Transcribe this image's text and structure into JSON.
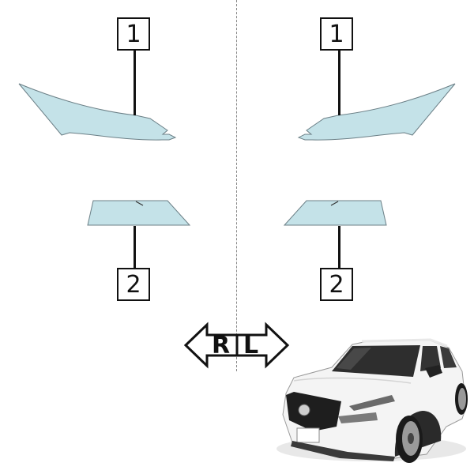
{
  "diagram": {
    "type": "car window film installation diagram",
    "colors": {
      "glass_fill": "#c4e2e8",
      "glass_stroke": "#6b7f86",
      "line": "#111111",
      "divider": "#888888"
    },
    "left_side": {
      "callouts": [
        {
          "number": "1",
          "part": "front-door-window"
        },
        {
          "number": "2",
          "part": "rear-quarter-window"
        }
      ]
    },
    "right_side": {
      "callouts": [
        {
          "number": "1",
          "part": "front-door-window"
        },
        {
          "number": "2",
          "part": "rear-quarter-window"
        }
      ]
    },
    "orientation_arrow": {
      "left_letter": "R",
      "right_letter": "L"
    },
    "vehicle": {
      "description": "white compact SUV, front three-quarter view",
      "body_color": "#f4f4f4",
      "window_color": "#2a2a2a"
    }
  }
}
